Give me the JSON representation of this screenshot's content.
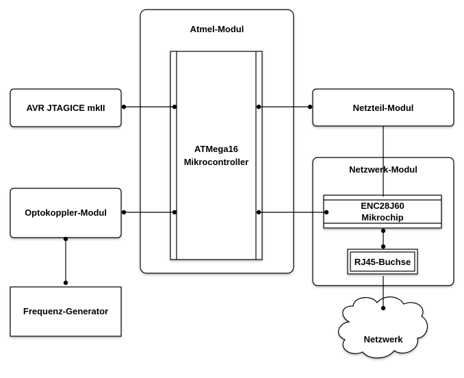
{
  "labels": {
    "avr_jtagice": "AVR JTAGICE mkII",
    "optokoppler": "Optokoppler-Modul",
    "frequenz": "Frequenz-Generator",
    "atmel_modul": "Atmel-Modul",
    "mcu_line1": "ATMega16",
    "mcu_line2": "Mikrocontroller",
    "netzteil": "Netzteil-Modul",
    "netzwerk_modul": "Netzwerk-Modul",
    "enc_line1": "ENC28J60",
    "enc_line2": "Mikrochip",
    "rj45": "RJ45-Buchse",
    "netzwerk": "Netzwerk"
  }
}
